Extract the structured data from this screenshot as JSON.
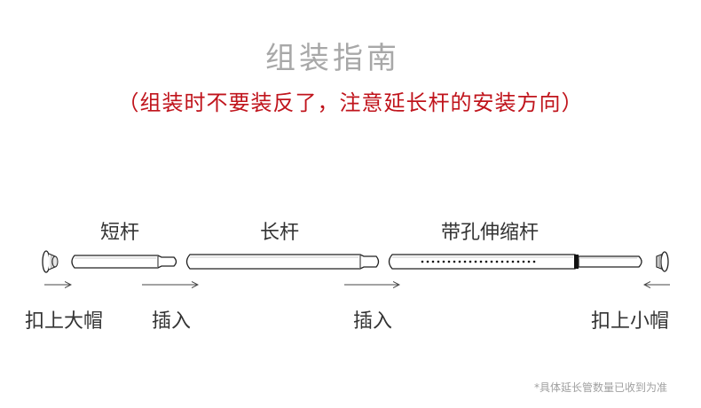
{
  "title": "组装指南",
  "subtitle": "（组装时不要装反了，注意延长杆的安装方向）",
  "parts": {
    "short_rod": "短杆",
    "long_rod": "长杆",
    "telescopic_rod": "带孔伸缩杆"
  },
  "steps": {
    "left_cap": "扣上大帽",
    "insert_1": "插入",
    "insert_2": "插入",
    "right_cap": "扣上小帽"
  },
  "note": "*具体延长管数量已收到为准"
}
